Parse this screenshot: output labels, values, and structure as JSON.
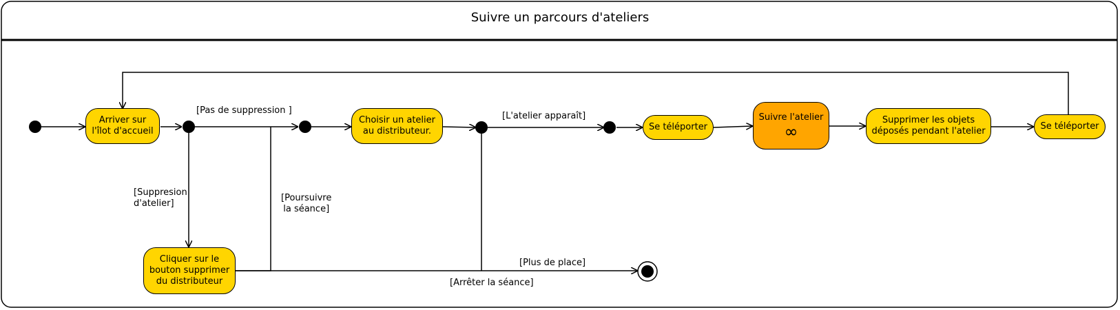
{
  "title": "Suivre un parcours d'ateliers",
  "colors": {
    "action": "#FFD500",
    "activity": "#FFA500",
    "line": "#000000"
  },
  "nodes": {
    "arriver": "Arriver sur\nl'îlot d'accueil",
    "choisir": "Choisir un atelier\nau distributeur.",
    "teleporter1": "Se téléporter",
    "suivre": "Suivre l'atelier",
    "suivre_icon": "∞",
    "supprimer_objets": "Supprimer les objets\ndéposés pendant l'atelier",
    "teleporter2": "Se téléporter",
    "cliquer": "Cliquer sur le\nbouton supprimer\ndu distributeur"
  },
  "guards": {
    "pas_suppression": "[Pas de suppression ]",
    "suppression": "[Suppresion\nd'atelier]",
    "poursuivre": "[Poursuivre\nla séance]",
    "atelier_apparait": "[L'atelier apparaît]",
    "plus_de_place": "[Plus de place]",
    "arreter": "[Arrêter la séance]"
  }
}
